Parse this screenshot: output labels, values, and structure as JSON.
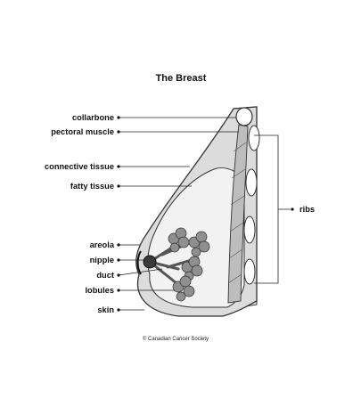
{
  "title": "The Breast",
  "labels": {
    "collarbone": "collarbone",
    "pectoral_muscle": "pectoral muscle",
    "connective_tissue": "connective tissue",
    "fatty_tissue": "fatty tissue",
    "areola": "areola",
    "nipple": "nipple",
    "duct": "duct",
    "lobules": "lobules",
    "skin": "skin",
    "ribs": "ribs"
  },
  "credit": "© Canadian Cancer Society",
  "colors": {
    "outline": "#333333",
    "skin_fill": "#dcdcdc",
    "tissue_fill": "#f2f2f2",
    "lobule_fill": "#8f8f8f",
    "duct_fill": "#555555",
    "nipple_fill": "#3a3a3a",
    "bone_fill": "#ffffff"
  }
}
